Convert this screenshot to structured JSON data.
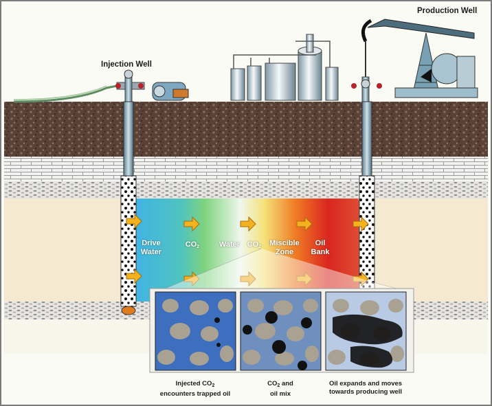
{
  "labels": {
    "injection_well": "Injection Well",
    "production_well": "Production Well"
  },
  "zones": [
    {
      "line1": "Drive",
      "line2": "Water"
    },
    {
      "co2": "CO",
      "sub": "2"
    },
    {
      "line1": "Water"
    },
    {
      "co2": "CO",
      "sub": "2"
    },
    {
      "line1": "Miscible",
      "line2": "Zone"
    },
    {
      "line1": "Oil",
      "line2": "Bank"
    }
  ],
  "captions": [
    {
      "pre": "Injected CO",
      "sub": "2",
      "post": "",
      "line2": "encounters trapped oil"
    },
    {
      "pre": "CO",
      "sub": "2",
      "post": " and",
      "line2": "oil mix"
    },
    {
      "pre": "Oil expands and moves",
      "sub": "",
      "post": "",
      "line2": "towards producing well"
    }
  ],
  "colors": {
    "drive_water": "#3fb3e6",
    "water": "#e8f4ea",
    "co2": "#6fc98c",
    "miscible": "#f07d26",
    "oil_bank": "#d9261f",
    "arrow": "#f5b21f",
    "topsoil": "#5a4238",
    "reservoir": "#f5ead1"
  }
}
